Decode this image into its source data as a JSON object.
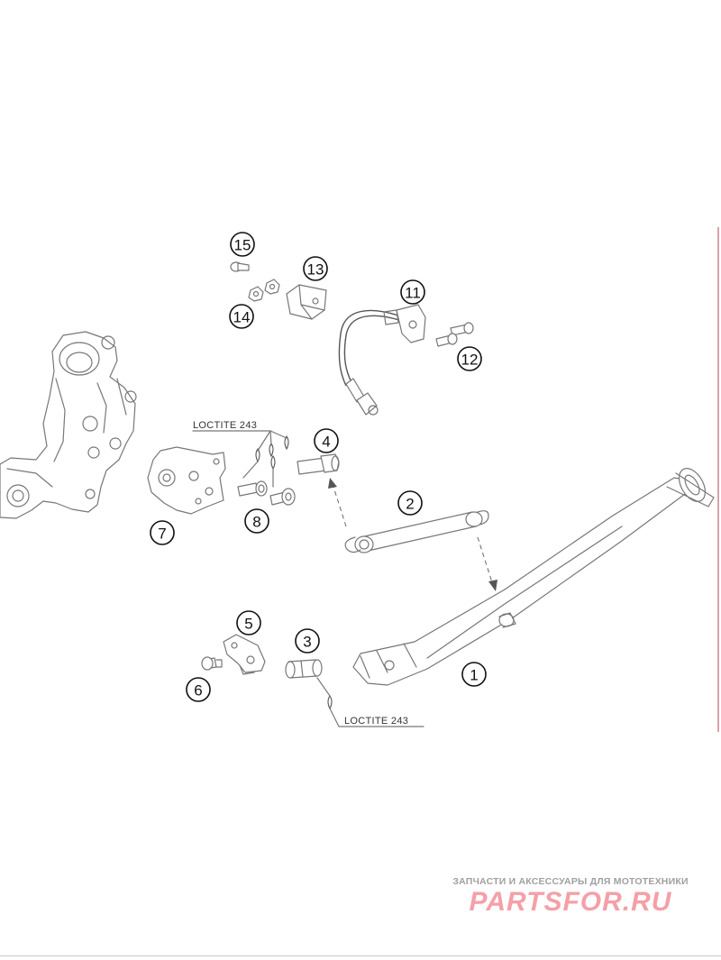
{
  "callouts": [
    {
      "id": "1",
      "label": "1"
    },
    {
      "id": "2",
      "label": "2"
    },
    {
      "id": "3",
      "label": "3"
    },
    {
      "id": "4",
      "label": "4"
    },
    {
      "id": "5",
      "label": "5"
    },
    {
      "id": "6",
      "label": "6"
    },
    {
      "id": "7",
      "label": "7"
    },
    {
      "id": "8",
      "label": "8"
    },
    {
      "id": "11",
      "label": "11"
    },
    {
      "id": "12",
      "label": "12"
    },
    {
      "id": "13",
      "label": "13"
    },
    {
      "id": "14",
      "label": "14"
    },
    {
      "id": "15",
      "label": "15"
    }
  ],
  "notes": {
    "loctite_upper": "LOCTITE 243",
    "loctite_lower": "LOCTITE 243"
  },
  "watermark": {
    "tagline": "ЗАПЧАСТИ И АКСЕССУАРЫ ДЛЯ МОТОТЕХНИКИ",
    "logo": "PARTSFOR.RU"
  },
  "colors": {
    "line_art": "#777777",
    "callout_stroke": "#111111",
    "watermark_logo": "#f4a0a8",
    "watermark_text": "#a0a0a0"
  }
}
